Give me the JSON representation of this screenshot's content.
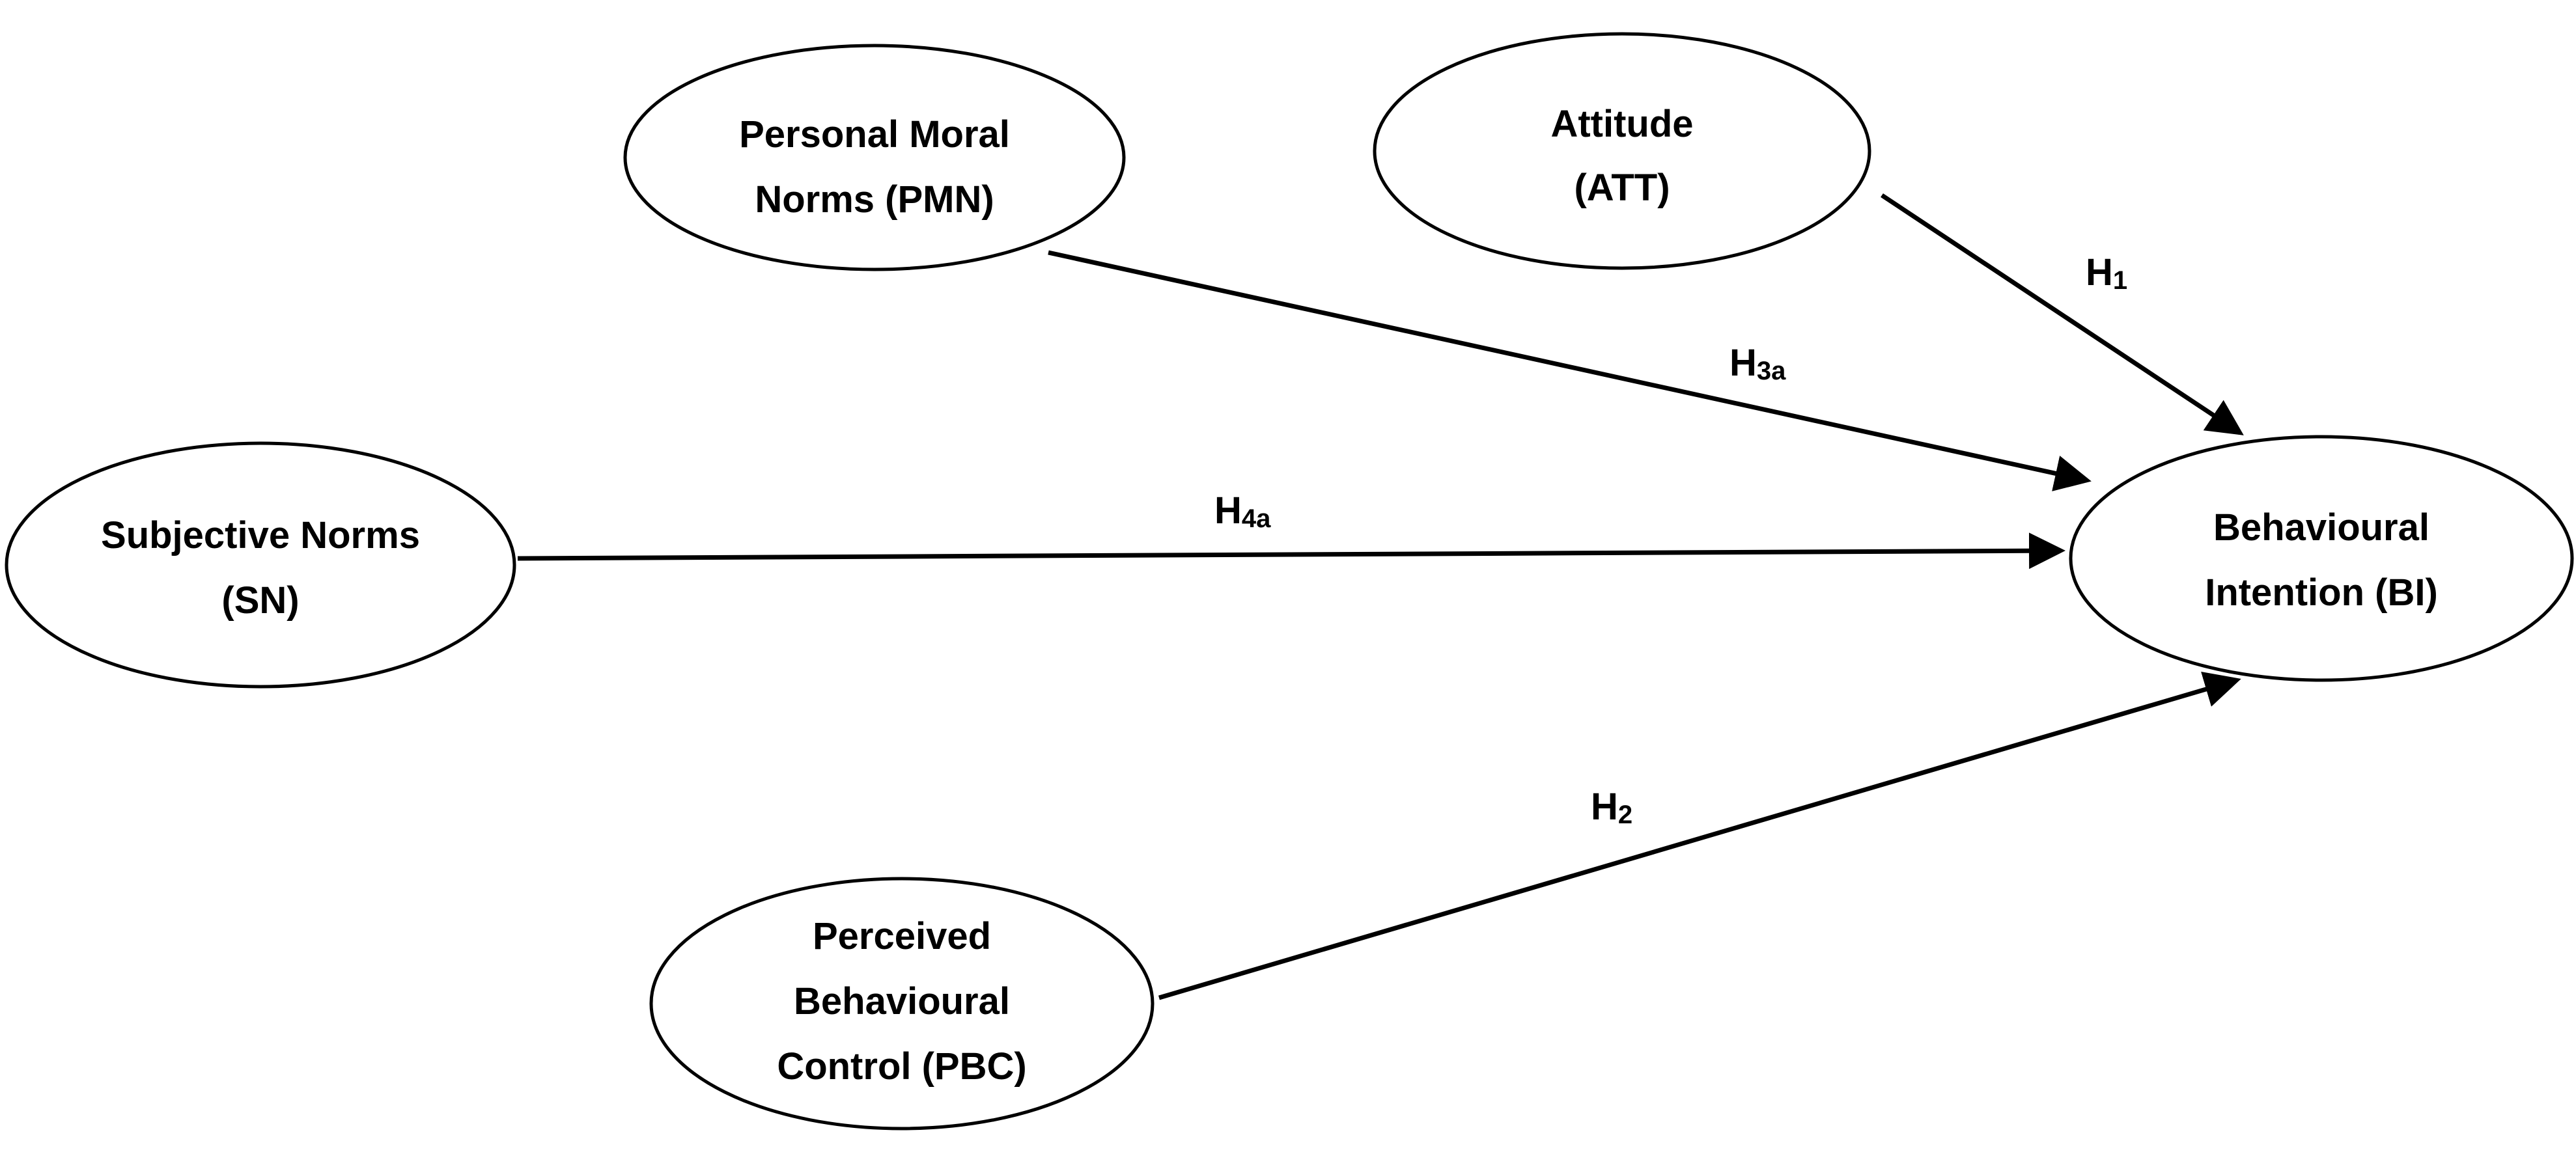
{
  "diagram": {
    "nodes": [
      {
        "id": "pmn",
        "lines": [
          "Personal Moral",
          "Norms (PMN)"
        ]
      },
      {
        "id": "att",
        "lines": [
          "Attitude",
          "(ATT)"
        ]
      },
      {
        "id": "sn",
        "lines": [
          "Subjective Norms",
          "(SN)"
        ]
      },
      {
        "id": "bi",
        "lines": [
          "Behavioural",
          "Intention (BI)"
        ]
      },
      {
        "id": "pbc",
        "lines": [
          "Perceived",
          "Behavioural",
          "Control (PBC)"
        ]
      }
    ],
    "edges": [
      {
        "id": "h1",
        "from": "att",
        "to": "bi",
        "label_main": "H",
        "label_sub": "1"
      },
      {
        "id": "h3a",
        "from": "pmn",
        "to": "bi",
        "label_main": "H",
        "label_sub": "3a"
      },
      {
        "id": "h4a",
        "from": "sn",
        "to": "bi",
        "label_main": "H",
        "label_sub": "4a"
      },
      {
        "id": "h2",
        "from": "pbc",
        "to": "bi",
        "label_main": "H",
        "label_sub": "2"
      }
    ],
    "colors": {
      "stroke": "#000000",
      "fill": "#ffffff",
      "text": "#000000"
    }
  }
}
